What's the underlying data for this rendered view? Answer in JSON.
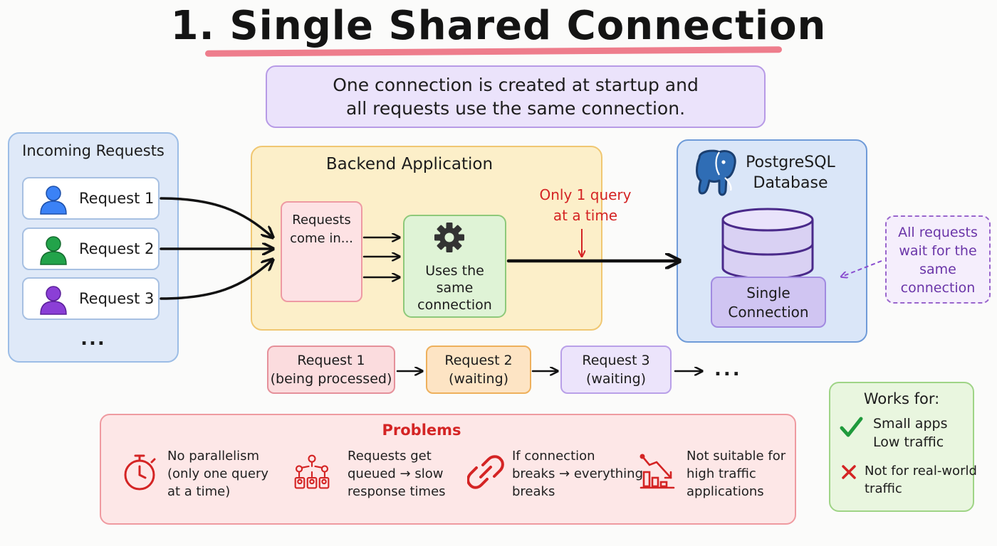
{
  "title": "1. Single Shared Connection",
  "subtitle": {
    "line1": "One connection is created at startup and",
    "line2": "all requests use the same connection."
  },
  "incoming": {
    "title": "Incoming Requests",
    "requests": [
      "Request 1",
      "Request 2",
      "Request 3"
    ],
    "more": "...",
    "colors": [
      "#3b82f6",
      "#22a34a",
      "#8b3fd6"
    ]
  },
  "backend": {
    "title": "Backend Application",
    "requests_in": {
      "line1": "Requests",
      "line2": "come in..."
    },
    "uses": {
      "line1": "Uses the",
      "line2": "same",
      "line3": "connection"
    },
    "gear_icon": "gear-icon",
    "note": {
      "line1": "Only 1 query",
      "line2": "at a time"
    }
  },
  "database": {
    "title_line1": "PostgreSQL",
    "title_line2": "Database",
    "logo_icon": "postgresql-elephant-icon",
    "single_connection": {
      "line1": "Single",
      "line2": "Connection"
    },
    "wait_note": {
      "line1": "All requests",
      "line2": "wait for the",
      "line3": "same",
      "line4": "connection"
    }
  },
  "queue": {
    "items": [
      {
        "label": "Request 1",
        "status": "(being processed)"
      },
      {
        "label": "Request 2",
        "status": "(waiting)"
      },
      {
        "label": "Request 3",
        "status": "(waiting)"
      }
    ],
    "more": "..."
  },
  "problems": {
    "title": "Problems",
    "items": [
      {
        "icon": "stopwatch-icon",
        "lines": [
          "No parallelism",
          "(only one query",
          "at a time)"
        ]
      },
      {
        "icon": "queued-users-icon",
        "lines": [
          "Requests get",
          "queued → slow",
          "response times"
        ]
      },
      {
        "icon": "broken-link-icon",
        "lines": [
          "If connection",
          "breaks → everything",
          "breaks"
        ]
      },
      {
        "icon": "declining-chart-icon",
        "lines": [
          "Not suitable for",
          "high traffic",
          "applications"
        ]
      }
    ]
  },
  "works_for": {
    "title": "Works for:",
    "good": [
      "Small apps",
      "Low traffic"
    ],
    "bad": [
      "Not for real-world",
      "traffic"
    ]
  },
  "colors": {
    "accent_red": "#d42424",
    "purple": "#6a35a8",
    "underline": "#ee7d8c"
  }
}
